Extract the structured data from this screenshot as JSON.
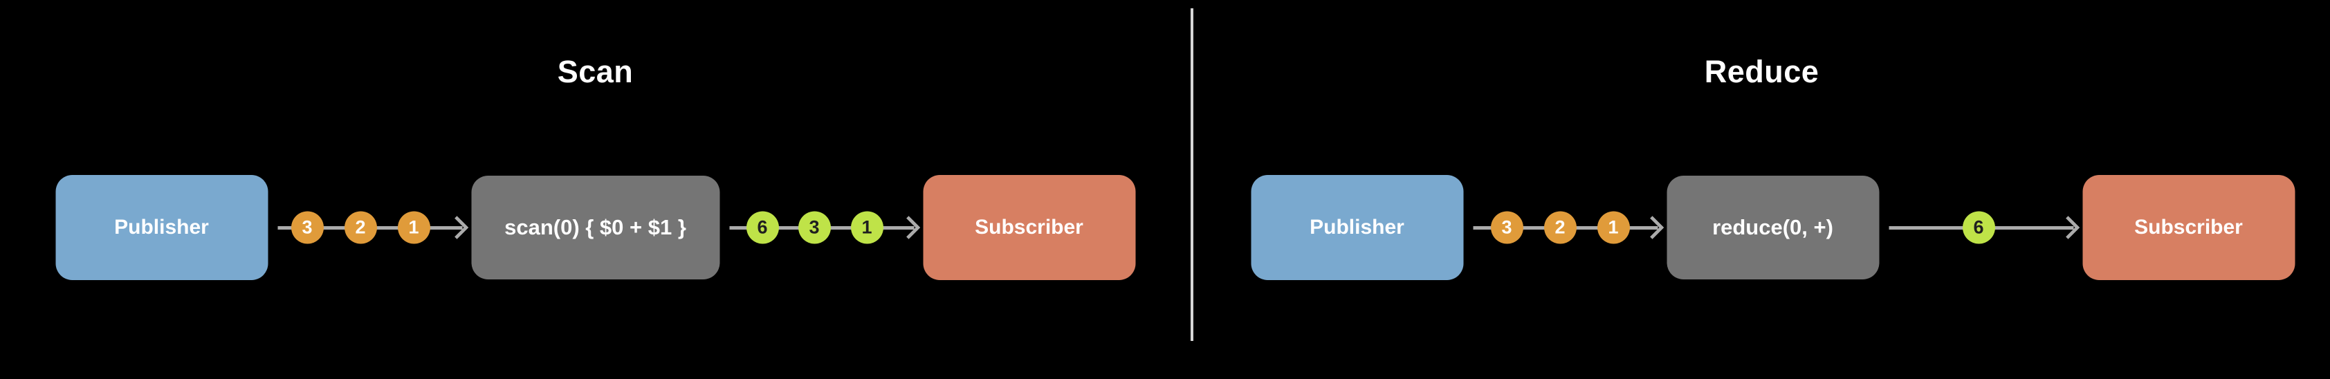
{
  "colors": {
    "background": "#000000",
    "publisher_box": "#7aa9cf",
    "subscriber_box": "#d77f62",
    "operator_box": "#757575",
    "input_marble": "#e09b3a",
    "output_marble": "#bfe348",
    "stream_line": "#ababab",
    "divider": "#d6d6d6",
    "label_text": "#ffffff",
    "output_marble_text": "#1f1f1f"
  },
  "panels": [
    {
      "title": "Scan",
      "publisher_label": "Publisher",
      "operator_label": "scan(0) { $0 + $1 }",
      "subscriber_label": "Subscriber",
      "input_marbles": [
        "3",
        "2",
        "1"
      ],
      "output_marbles": [
        "6",
        "3",
        "1"
      ]
    },
    {
      "title": "Reduce",
      "publisher_label": "Publisher",
      "operator_label": "reduce(0, +)",
      "subscriber_label": "Subscriber",
      "input_marbles": [
        "3",
        "2",
        "1"
      ],
      "output_marbles": [
        "6"
      ]
    }
  ]
}
